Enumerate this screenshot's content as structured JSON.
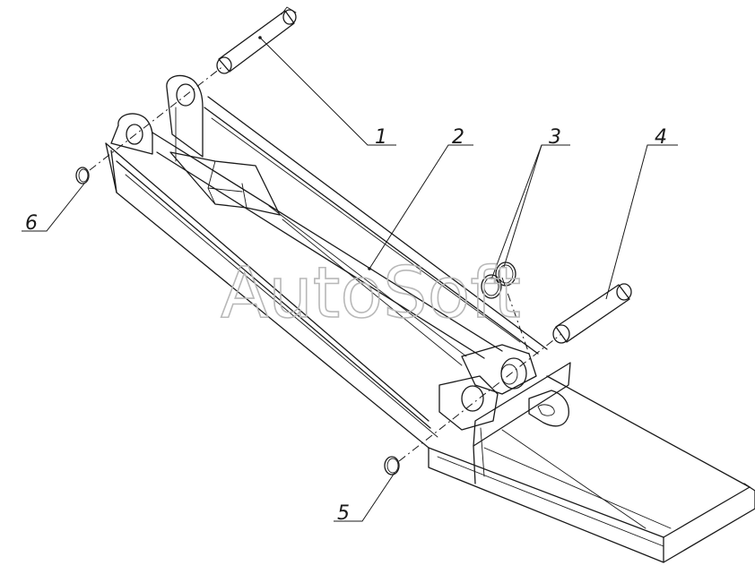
{
  "watermark": "AutoSoft",
  "callouts": [
    {
      "id": "1"
    },
    {
      "id": "2"
    },
    {
      "id": "3"
    },
    {
      "id": "4"
    },
    {
      "id": "5"
    },
    {
      "id": "6"
    }
  ]
}
